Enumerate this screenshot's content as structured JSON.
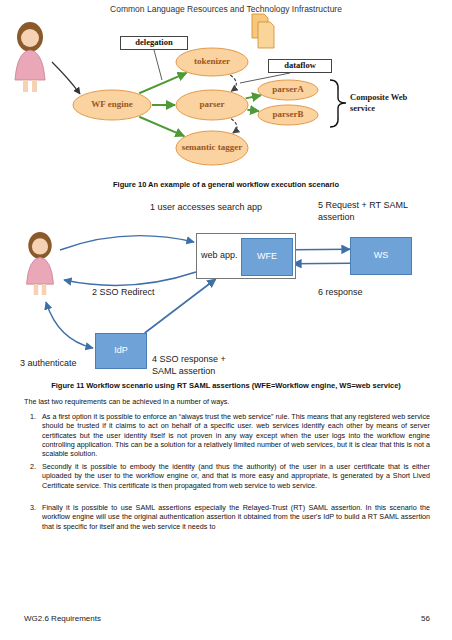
{
  "diagram": {
    "nodes": [
      {
        "text": [
          "delegation"
        ]
      },
      {
        "text": [
          "tokenizer"
        ]
      },
      {
        "text": [
          "dataflow"
        ]
      },
      {
        "text": [
          "WF engine"
        ]
      },
      {
        "text": [
          "parser"
        ]
      },
      {
        "text": [
          "parserA"
        ]
      },
      {
        "text": [
          "parserB"
        ]
      },
      {
        "text": [
          "semantic tagger"
        ]
      },
      {
        "text": [
          "web app."
        ]
      },
      {
        "text": [
          "WFE"
        ],
        "in": 8
      },
      {
        "text": [
          "WS"
        ]
      },
      {
        "text": [
          "IdP"
        ]
      }
    ],
    "edges": [
      {
        "from": 3,
        "to": 1,
        "arrow": "to"
      },
      {
        "from": 3,
        "to": 4,
        "arrow": "to"
      },
      {
        "from": 3,
        "to": 7,
        "arrow": "to"
      },
      {
        "from": 4,
        "to": 5,
        "arrow": "to"
      },
      {
        "from": 4,
        "to": 6,
        "arrow": "to"
      },
      {
        "from": 1,
        "to": 4,
        "arrow": "to"
      },
      {
        "from": 4,
        "to": 7,
        "arrow": "to"
      },
      {
        "from": 9,
        "to": 10,
        "arrow": "to"
      },
      {
        "from": 10,
        "to": 9,
        "arrow": "to"
      },
      {
        "from": 11,
        "to": 8,
        "arrow": "to"
      }
    ],
    "labels": [
      "Common Language Resources and Technology Infrastructure",
      "Composite Web service",
      "Figure 10 An example of a general workflow execution scenario",
      "1 user accesses search app",
      "5 Request + RT SAML assertion",
      "2 SSO Redirect",
      "6 response",
      "3 authenticate",
      "4 SSO response + SAML assertion",
      "Figure 11 Workflow scenario using RT SAML assertions (WFE=Workflow engine, WS=web service)",
      "The last two requirements can be achieved in a number of ways.",
      "1.",
      "As a first option it is possible to enforce an “always trust the web service” rule. This means that any registered web service should be trusted if it claims to act on behalf of a specific user. web services identify each other by means of server certificates but the user identity itself is not proven in any way except when the user logs into the workflow engine controlling application. This can be a solution for a relatively limited number of web services, but it is clear that this is not a scalable solution.",
      "2.",
      "Secondly it is possible to embody the identity (and thus the authority) of the user in a user certificate that is either uploaded by the user to the workflow engine or, and that is more easy and appropriate, is generated by a Short Lived Certificate service. This certificate is then propagated from web service to web service.",
      "3.",
      "Finally it is possible to use SAML assertions especially the Relayed-Trust (RT) SAML assertion. In this scenario the workflow engine will use the original authentication assertion it obtained from the user's IdP to build a RT SAML assertion that is specific for itself and the web service it needs to",
      "WG2.6 Requirements",
      "56"
    ]
  }
}
